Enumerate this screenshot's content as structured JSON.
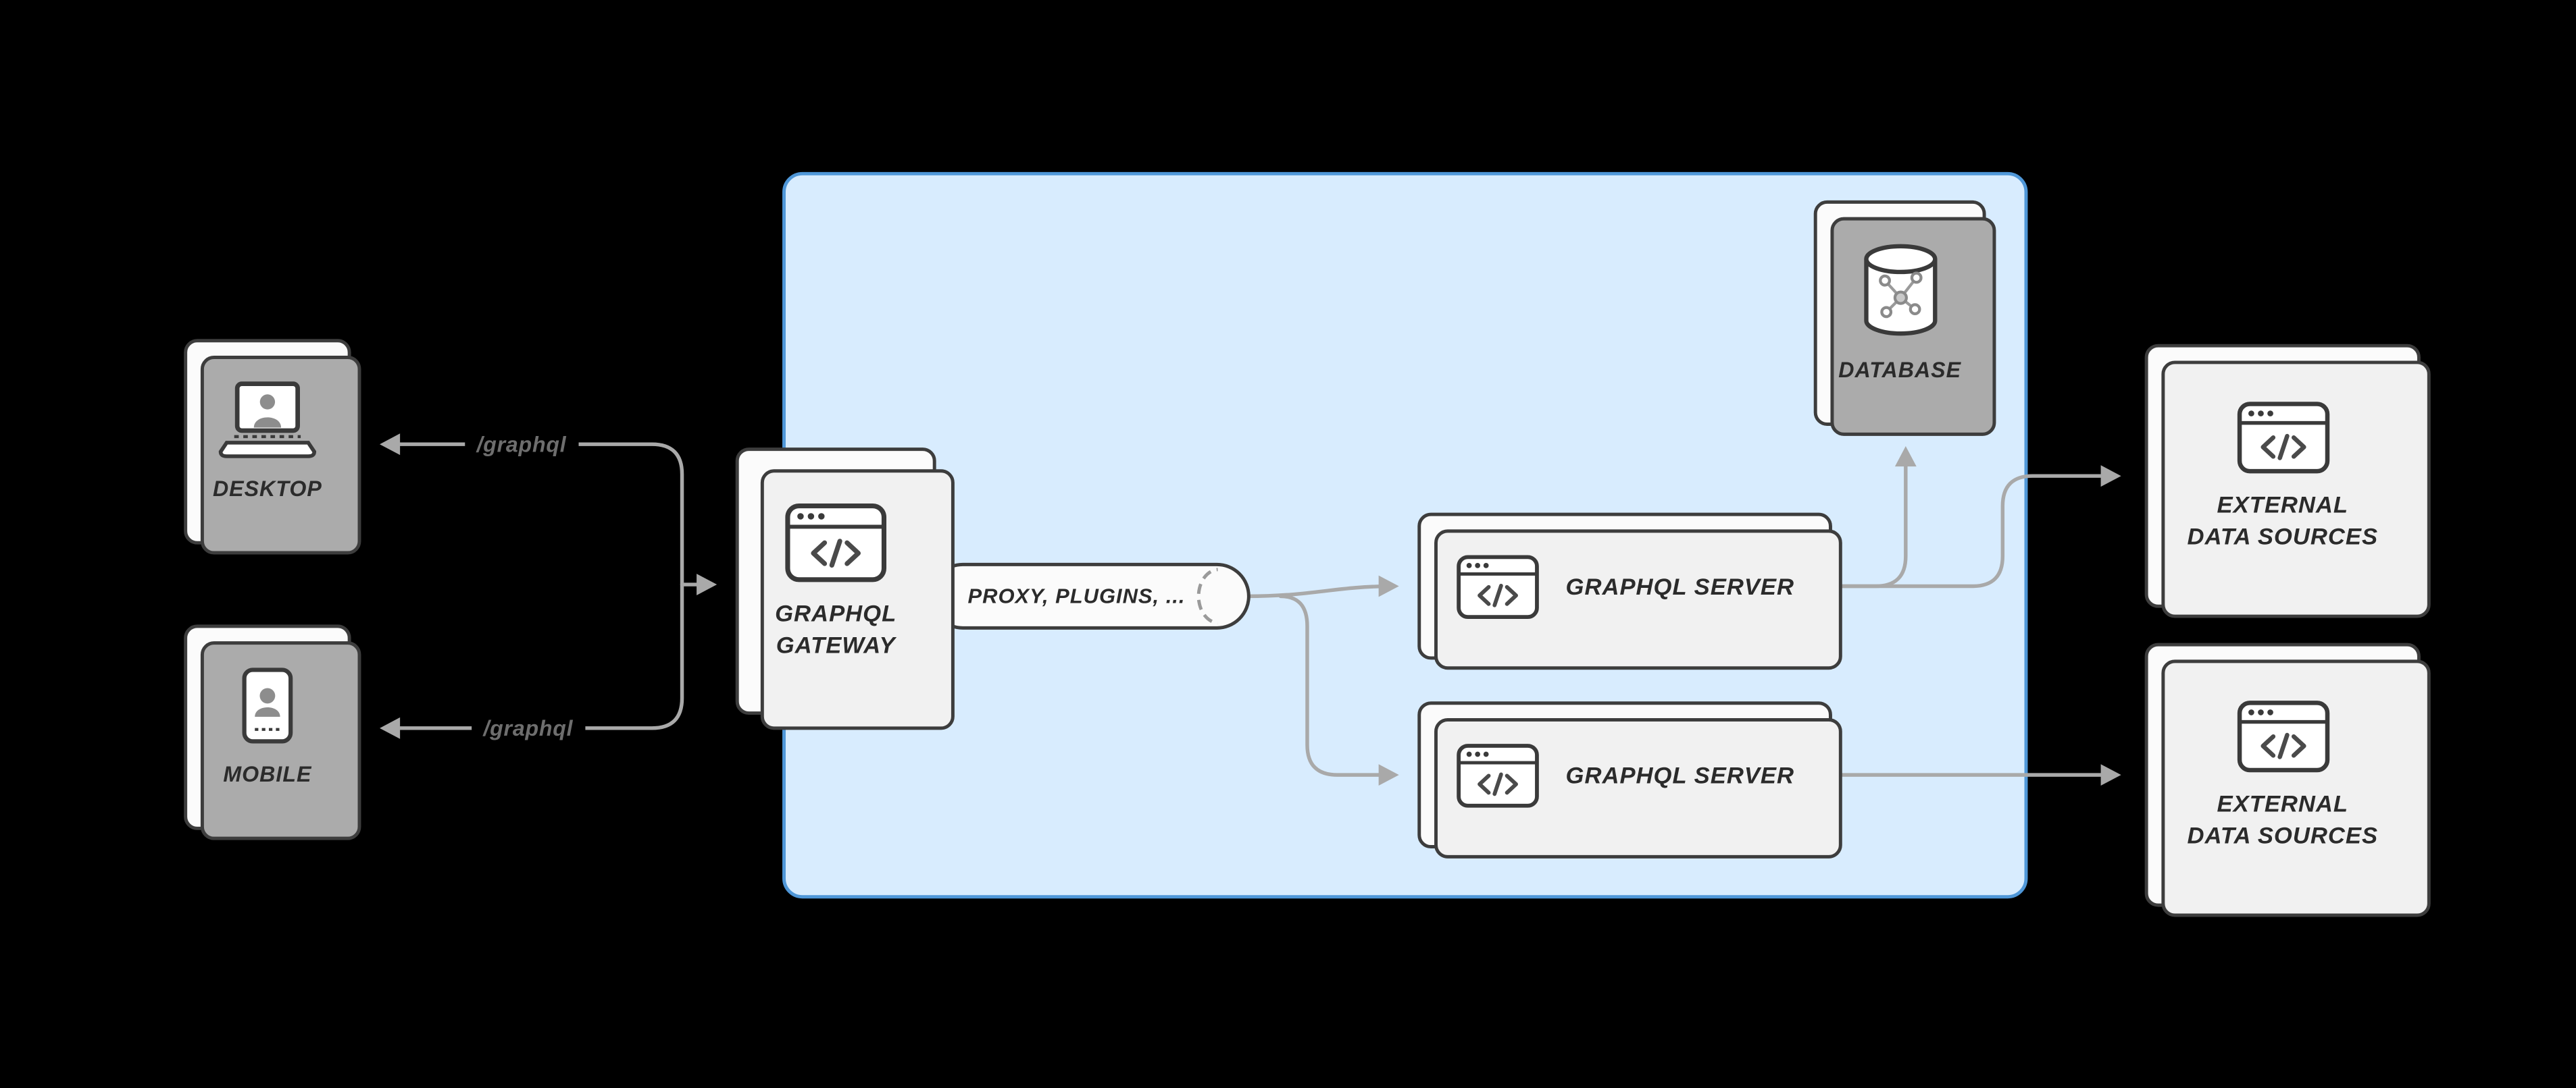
{
  "diagram": {
    "nodes": {
      "desktop": {
        "label": "DESKTOP",
        "icon": "laptop-user-icon"
      },
      "mobile": {
        "label": "MOBILE",
        "icon": "mobile-user-icon"
      },
      "gateway": {
        "label_line1": "GRAPHQL",
        "label_line2": "GATEWAY",
        "icon": "code-window-icon"
      },
      "proxy_pipeline": {
        "label": "PROXY, PLUGINS, ..."
      },
      "server_top": {
        "label": "GRAPHQL SERVER",
        "icon": "code-window-icon"
      },
      "server_bottom": {
        "label": "GRAPHQL SERVER",
        "icon": "code-window-icon"
      },
      "database": {
        "label": "DATABASE",
        "icon": "database-network-icon"
      },
      "external_top": {
        "label_line1": "EXTERNAL",
        "label_line2": "DATA SOURCES",
        "icon": "code-window-icon"
      },
      "external_bottom": {
        "label_line1": "EXTERNAL",
        "label_line2": "DATA SOURCES",
        "icon": "code-window-icon"
      }
    },
    "edges": [
      {
        "from": "graphql-gateway",
        "to": "desktop",
        "label": "/graphql"
      },
      {
        "from": "graphql-gateway",
        "to": "mobile",
        "label": "/graphql"
      },
      {
        "from": "clients",
        "to": "graphql-gateway",
        "label": ""
      },
      {
        "from": "proxy-pipeline",
        "to": "graphql-server-top",
        "label": ""
      },
      {
        "from": "proxy-pipeline",
        "to": "graphql-server-bottom",
        "label": ""
      },
      {
        "from": "graphql-server-top",
        "to": "database",
        "label": ""
      },
      {
        "from": "graphql-server-top",
        "to": "external-data-sources-top",
        "label": ""
      },
      {
        "from": "graphql-server-bottom",
        "to": "external-data-sources-bottom",
        "label": ""
      }
    ],
    "colors": {
      "background": "#000000",
      "cluster_fill": "#d8ecfe",
      "cluster_border": "#4f97d8",
      "card_fill": "#fbfbfb",
      "card_border": "#3d3d3d",
      "arrow": "#a9a9a9",
      "label_text": "#2b2b2b",
      "edge_label_text": "#6e6e6e"
    }
  }
}
